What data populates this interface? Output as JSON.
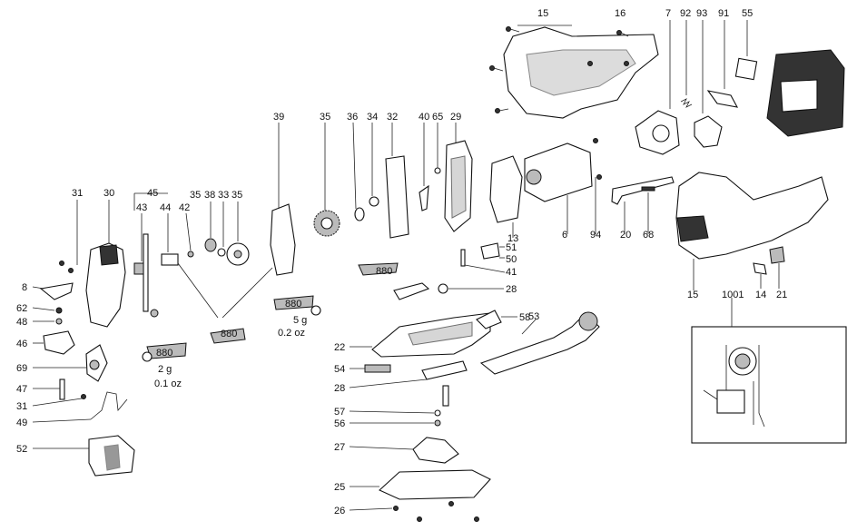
{
  "callouts": [
    "15",
    "16",
    "7",
    "92",
    "93",
    "91",
    "55",
    "39",
    "35",
    "36",
    "34",
    "32",
    "40",
    "65",
    "29",
    "31",
    "30",
    "45",
    "43",
    "44",
    "42",
    "35",
    "38",
    "33",
    "35",
    "8",
    "62",
    "48",
    "46",
    "69",
    "47",
    "31",
    "49",
    "52",
    "6",
    "94",
    "20",
    "68",
    "13",
    "51",
    "50",
    "41",
    "28",
    "58",
    "53",
    "22",
    "54",
    "28",
    "57",
    "56",
    "27",
    "25",
    "26",
    "15",
    "1001",
    "14",
    "21"
  ],
  "grease_notes": [
    {
      "label": "880",
      "qty": "",
      "unit": ""
    },
    {
      "label": "880",
      "qty": "",
      "unit": ""
    },
    {
      "label": "880",
      "qty": "5 g",
      "unit": "0.2 oz"
    },
    {
      "label": "880",
      "qty": "2 g",
      "unit": "0.1 oz"
    }
  ]
}
